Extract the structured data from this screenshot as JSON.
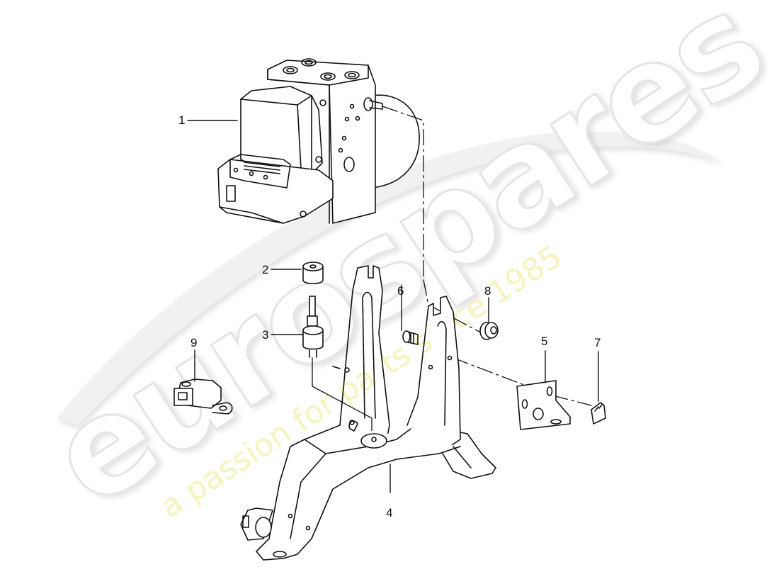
{
  "diagram": {
    "type": "exploded-parts-diagram",
    "line_color": "#111111",
    "background": "#ffffff",
    "callouts": [
      {
        "id": "1",
        "label": "1",
        "part": "hydraulic-control-unit"
      },
      {
        "id": "2",
        "label": "2",
        "part": "rubber-mount"
      },
      {
        "id": "3",
        "label": "3",
        "part": "stud-damper"
      },
      {
        "id": "4",
        "label": "4",
        "part": "mounting-bracket"
      },
      {
        "id": "5",
        "label": "5",
        "part": "small-bracket"
      },
      {
        "id": "6",
        "label": "6",
        "part": "bolt"
      },
      {
        "id": "7",
        "label": "7",
        "part": "clip-nut"
      },
      {
        "id": "8",
        "label": "8",
        "part": "flange-nut"
      },
      {
        "id": "9",
        "label": "9",
        "part": "sensor"
      }
    ]
  },
  "watermark": {
    "logo_text": "eurospares",
    "tagline": "a passion for parts since 1985",
    "logo_color": "#e9e9e9",
    "tagline_color": "#f4f3b4"
  }
}
